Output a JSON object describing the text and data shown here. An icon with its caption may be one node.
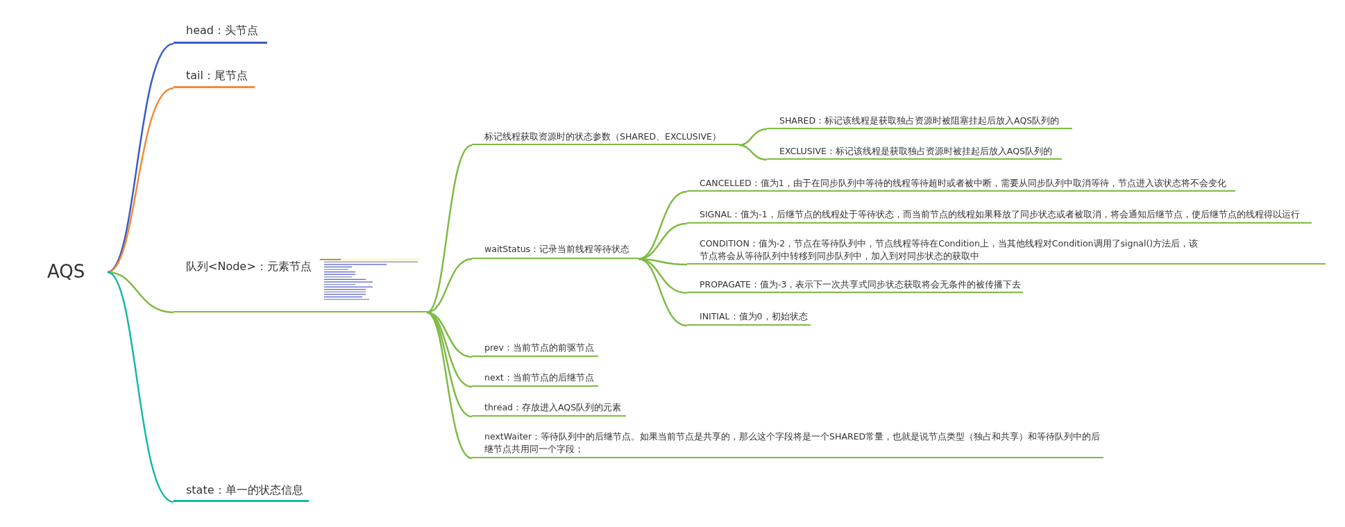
{
  "diagram": {
    "nodes": [
      {
        "text": [
          "AQS"
        ]
      },
      {
        "text": [
          "head：头节点"
        ]
      },
      {
        "text": [
          "tail：尾节点"
        ]
      },
      {
        "text": [
          "队列<Node>：元素节点"
        ]
      },
      {
        "text": [
          "标记线程获取资源时的状态参数（SHARED、EXCLUSIVE）"
        ]
      },
      {
        "text": [
          "SHARED：标记该线程是获取独占资源时被阻塞挂起后放入AQS队列的"
        ]
      },
      {
        "text": [
          "EXCLUSIVE：标记该线程是获取独占资源时被挂起后放入AQS队列的"
        ]
      },
      {
        "text": [
          "waitStatus：记录当前线程等待状态"
        ]
      },
      {
        "text": [
          "CANCELLED：值为1，由于在同步队列中等待的线程等待超时或者被中断，需要从同步队列中取消等待，节点进入该状态将不会变化"
        ]
      },
      {
        "text": [
          "SIGNAL：值为-1，后继节点的线程处于等待状态，而当前节点的线程如果释放了同步状态或者被取消，将会通知后继节点，使后继节点的线程得以运行"
        ]
      },
      {
        "text": [
          "CONDITION：值为-2，节点在等待队列中，节点线程等待在Condition上，当其他线程对Condition调用了signal()方法后，该节点将会从等待队列中转移到同步队列中，加入到对同步状态的获取中"
        ]
      },
      {
        "text": [
          "PROPAGATE：值为-3，表示下一次共享式同步状态获取将会无条件的被传播下去"
        ]
      },
      {
        "text": [
          "INITIAL：值为0，初始状态"
        ]
      },
      {
        "text": [
          "prev：当前节点的前驱节点"
        ]
      },
      {
        "text": [
          "next：当前节点的后继节点"
        ]
      },
      {
        "text": [
          "thread：存放进入AQS队列的元素"
        ]
      },
      {
        "text": [
          "nextWaiter：等待队列中的后继节点。如果当前节点是共享的，那么这个字段将是一个SHARED常量，也就是说节点类型（独占和共享）和等待队列中的后继节点共用同一个字段；"
        ]
      },
      {
        "text": [
          "state：单一的状态信息"
        ]
      }
    ],
    "edges": [
      {
        "from": 0,
        "to": 1,
        "arrow": "none",
        "color": "#3a5bc7"
      },
      {
        "from": 0,
        "to": 2,
        "arrow": "none",
        "color": "#f58a35"
      },
      {
        "from": 0,
        "to": 3,
        "arrow": "none"
      },
      {
        "from": 3,
        "to": 4,
        "arrow": "none"
      },
      {
        "from": 4,
        "to": 5,
        "arrow": "none"
      },
      {
        "from": 4,
        "to": 6,
        "arrow": "none"
      },
      {
        "from": 3,
        "to": 7,
        "arrow": "none"
      },
      {
        "from": 7,
        "to": 8,
        "arrow": "none"
      },
      {
        "from": 7,
        "to": 9,
        "arrow": "none"
      },
      {
        "from": 7,
        "to": 10,
        "arrow": "none"
      },
      {
        "from": 7,
        "to": 11,
        "arrow": "none"
      },
      {
        "from": 7,
        "to": 12,
        "arrow": "none"
      },
      {
        "from": 3,
        "to": 13,
        "arrow": "none"
      },
      {
        "from": 3,
        "to": 14,
        "arrow": "none"
      },
      {
        "from": 3,
        "to": 15,
        "arrow": "none"
      },
      {
        "from": 3,
        "to": 16,
        "arrow": "none"
      },
      {
        "from": 0,
        "to": 17,
        "arrow": "none",
        "color": "#14b8a6"
      }
    ]
  }
}
